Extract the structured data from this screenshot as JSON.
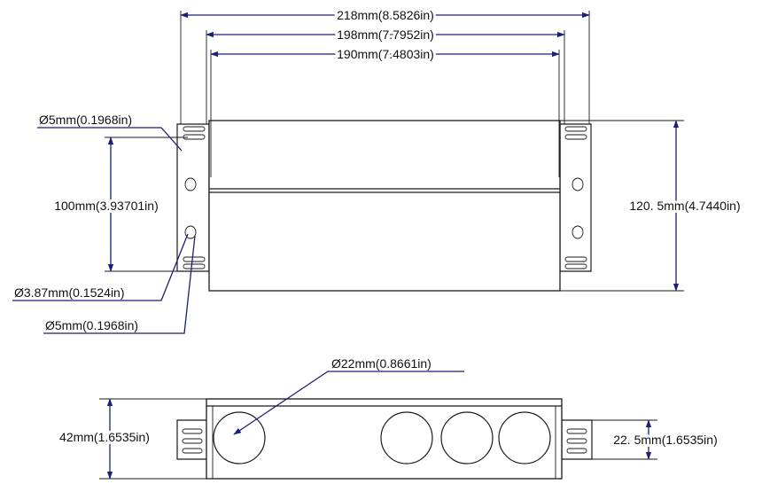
{
  "colors": {
    "outline": "#1a1a1a",
    "dimension_line": "#1c1f7a",
    "background": "#ffffff"
  },
  "top_view": {
    "overall_length": "218mm(8.5826in)",
    "bracket_length": "198mm(7.7952in)",
    "hole_spacing_length": "190mm(7.4803in)",
    "height": "120. 5mm(4.7440in)",
    "hole_spacing_vertical": "100mm(3.93701in)",
    "top_hole_diameter": "Ø5mm(0.1968in)",
    "slot_diameter": "Ø3.87mm(0.1524in)",
    "bottom_hole_diameter": "Ø5mm(0.1968in)"
  },
  "side_view": {
    "knockout_diameter": "Ø22mm(0.8661in)",
    "height": "42mm(1.6535in)",
    "bracket_height": "22. 5mm(1.6535in)"
  }
}
